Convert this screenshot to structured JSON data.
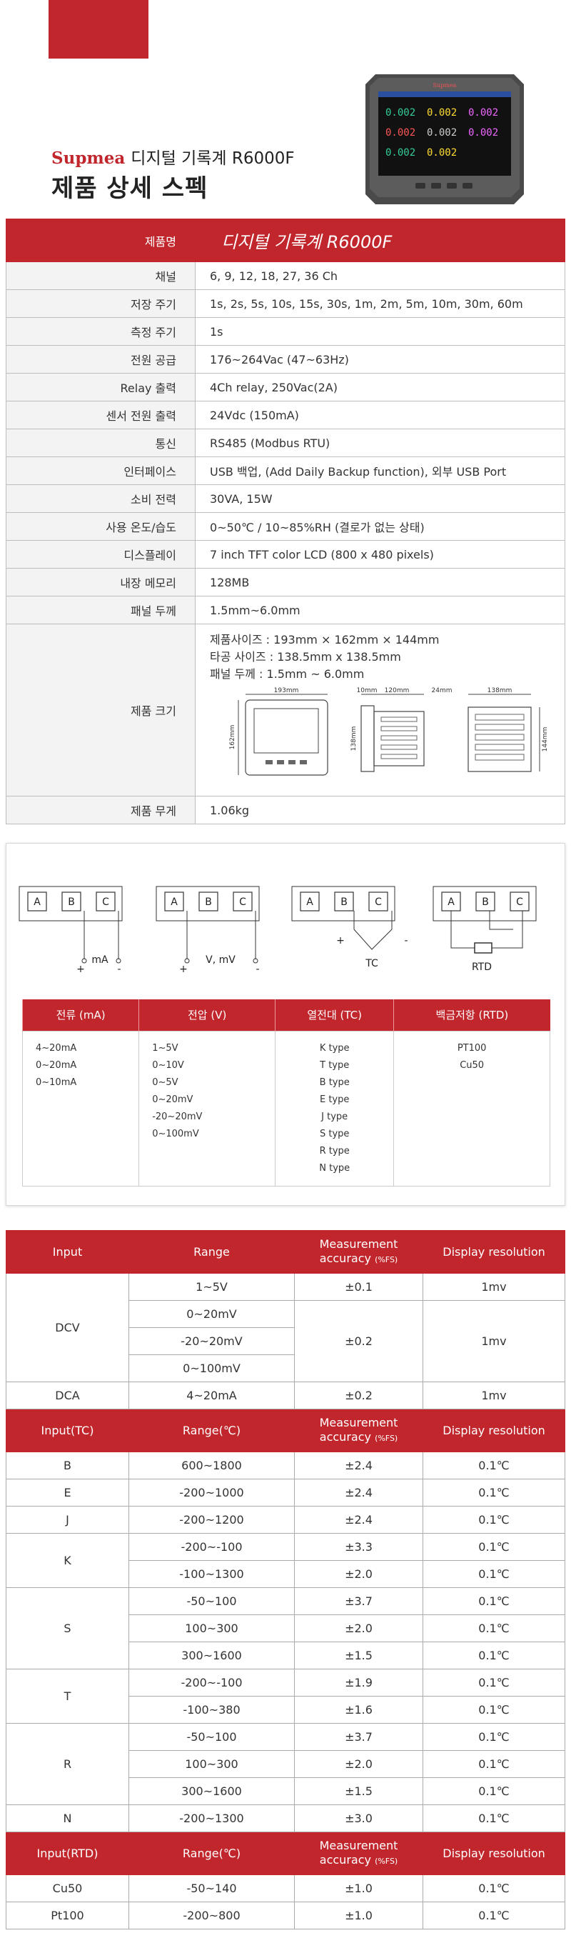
{
  "header": {
    "brand": "Supmea",
    "product_line": "디지털 기록계 R6000F",
    "page_title": "제품 상세 스펙",
    "device_readouts": [
      "0.002",
      "0.002",
      "0.002",
      "0.002",
      "0.002",
      "0.002",
      "0.002",
      "0.002"
    ]
  },
  "spec": {
    "head_label": "제품명",
    "head_value": "디지털 기록계 R6000F",
    "rows": [
      {
        "label": "채널",
        "value": "6, 9, 12, 18, 27, 36 Ch"
      },
      {
        "label": "저장 주기",
        "value": "1s, 2s, 5s, 10s, 15s, 30s, 1m, 2m, 5m, 10m, 30m, 60m"
      },
      {
        "label": "측정 주기",
        "value": "1s"
      },
      {
        "label": "전원 공급",
        "value": "176~264Vac (47~63Hz)"
      },
      {
        "label": "Relay 출력",
        "value": "4Ch relay, 250Vac(2A)"
      },
      {
        "label": "센서 전원 출력",
        "value": "24Vdc (150mA)"
      },
      {
        "label": "통신",
        "value": "RS485 (Modbus RTU)"
      },
      {
        "label": "인터페이스",
        "value": "USB 백업, (Add Daily Backup function), 외부 USB Port"
      },
      {
        "label": "소비 전력",
        "value": "30VA, 15W"
      },
      {
        "label": "사용 온도/습도",
        "value": "0~50℃ / 10~85%RH (결로가 없는 상태)"
      },
      {
        "label": "디스플레이",
        "value": "7 inch TFT color LCD (800 x 480 pixels)"
      },
      {
        "label": "내장 메모리",
        "value": "128MB"
      },
      {
        "label": "패널 두께",
        "value": "1.5mm~6.0mm"
      }
    ],
    "size_label": "제품 크기",
    "size_lines": [
      "제품사이즈 : 193mm × 162mm × 144mm",
      "타공 사이즈 : 138.5mm x 138.5mm",
      "패널 두께 : 1.5mm ~ 6.0mm"
    ],
    "dims": {
      "front_w": "193mm",
      "front_h": "162mm",
      "side_a": "10mm",
      "side_b": "120mm",
      "side_c": "24mm",
      "side_h": "138mm",
      "rear_w": "138mm",
      "rear_h": "144mm"
    },
    "weight_label": "제품 무게",
    "weight_value": "1.06kg"
  },
  "wiring": {
    "terminals": [
      "A",
      "B",
      "C"
    ],
    "ma_label": "mA",
    "v_label": "V,  mV",
    "tc_label": "TC",
    "rtd_label": "RTD",
    "plus": "+",
    "minus": "-"
  },
  "signal_table": {
    "headers": [
      "전류 (mA)",
      "전압 (V)",
      "열전대 (TC)",
      "백금저항 (RTD)"
    ],
    "current": [
      "4~20mA",
      "0~20mA",
      "0~10mA"
    ],
    "voltage": [
      "1~5V",
      "0~10V",
      "0~5V",
      "0~20mV",
      "-20~20mV",
      "0~100mV"
    ],
    "tc": [
      "K type",
      "T type",
      "B type",
      "E type",
      "J type",
      "S type",
      "R type",
      "N type"
    ],
    "rtd": [
      "PT100",
      "Cu50"
    ]
  },
  "accuracy": {
    "h_range": "Range",
    "h_meas": "Measurement",
    "h_acc": "accuracy",
    "h_fs": "(%FS)",
    "h_res": "Display resolution",
    "h_input": "Input",
    "h_input_tc": "Input(TC)",
    "h_input_rtd": "Input(RTD)",
    "h_range_c": "Range(℃)",
    "dcv": {
      "name": "DCV",
      "r1": "1~5V",
      "a1": "±0.1",
      "d1": "1mv",
      "r2": "0~20mV",
      "r3": "-20~20mV",
      "r4": "0~100mV",
      "a2": "±0.2",
      "d2": "1mv"
    },
    "dca": {
      "name": "DCA",
      "range": "4~20mA",
      "acc": "±0.2",
      "res": "1mv"
    },
    "tc": [
      {
        "name": "B",
        "rows": [
          [
            "600~1800",
            "±2.4",
            "0.1℃"
          ]
        ]
      },
      {
        "name": "E",
        "rows": [
          [
            "-200~1000",
            "±2.4",
            "0.1℃"
          ]
        ]
      },
      {
        "name": "J",
        "rows": [
          [
            "-200~1200",
            "±2.4",
            "0.1℃"
          ]
        ]
      },
      {
        "name": "K",
        "rows": [
          [
            "-200~-100",
            "±3.3",
            "0.1℃"
          ],
          [
            "-100~1300",
            "±2.0",
            "0.1℃"
          ]
        ]
      },
      {
        "name": "S",
        "rows": [
          [
            "-50~100",
            "±3.7",
            "0.1℃"
          ],
          [
            "100~300",
            "±2.0",
            "0.1℃"
          ],
          [
            "300~1600",
            "±1.5",
            "0.1℃"
          ]
        ]
      },
      {
        "name": "T",
        "rows": [
          [
            "-200~-100",
            "±1.9",
            "0.1℃"
          ],
          [
            "-100~380",
            "±1.6",
            "0.1℃"
          ]
        ]
      },
      {
        "name": "R",
        "rows": [
          [
            "-50~100",
            "±3.7",
            "0.1℃"
          ],
          [
            "100~300",
            "±2.0",
            "0.1℃"
          ],
          [
            "300~1600",
            "±1.5",
            "0.1℃"
          ]
        ]
      },
      {
        "name": "N",
        "rows": [
          [
            "-200~1300",
            "±3.0",
            "0.1℃"
          ]
        ]
      }
    ],
    "rtd": [
      [
        "Cu50",
        "-50~140",
        "±1.0",
        "0.1℃"
      ],
      [
        "Pt100",
        "-200~800",
        "±1.0",
        "0.1℃"
      ]
    ]
  }
}
